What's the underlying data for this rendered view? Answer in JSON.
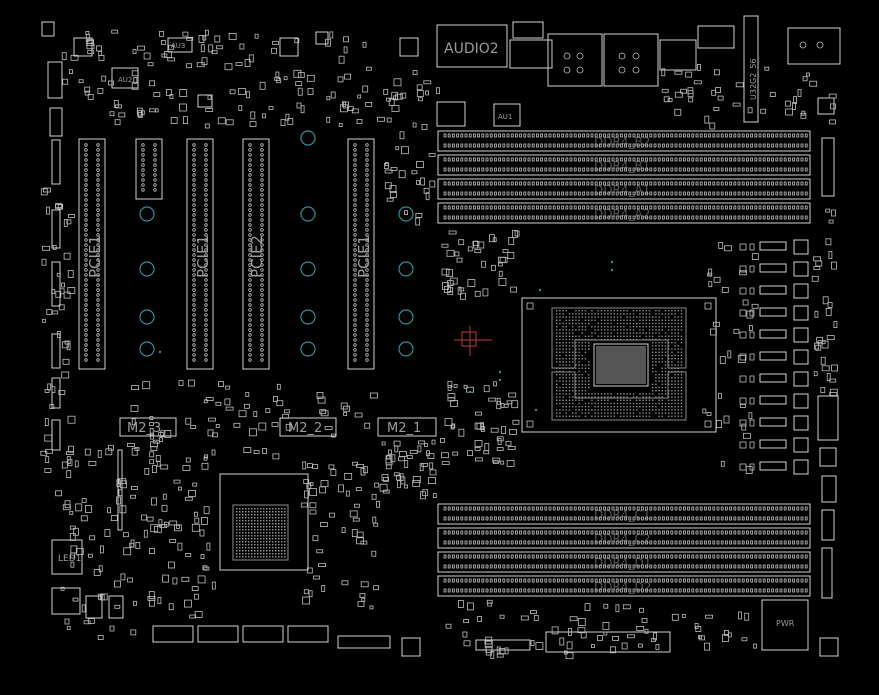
{
  "board": {
    "colors": {
      "background": "#000000",
      "outline": "#d0d0d0",
      "text": "#9a9a9a",
      "mounting_hole": "#2a8f95",
      "marker": "#c23a3a"
    },
    "labels": {
      "audio": "AUDIO2",
      "pcie_slots": [
        "PCIE1",
        "PCIE1",
        "PCIE2",
        "PCIE1"
      ],
      "m2_slots": [
        "M2_3",
        "M2_2",
        "M2_1"
      ],
      "dimm_top": [
        "DDR4_B2",
        "DDR4_B1",
        "DDR4_A1",
        "DDR4_A2"
      ],
      "dimm_bottom": [
        "DDR4_C1",
        "DDR4_C2",
        "DDR4_D1",
        "DDR4_D2"
      ],
      "led": "LED1",
      "small": {
        "au1": "AU1",
        "au2": "AU2",
        "au3": "AU3",
        "usb": "U32G2_56",
        "pwr": "PWR"
      }
    }
  }
}
